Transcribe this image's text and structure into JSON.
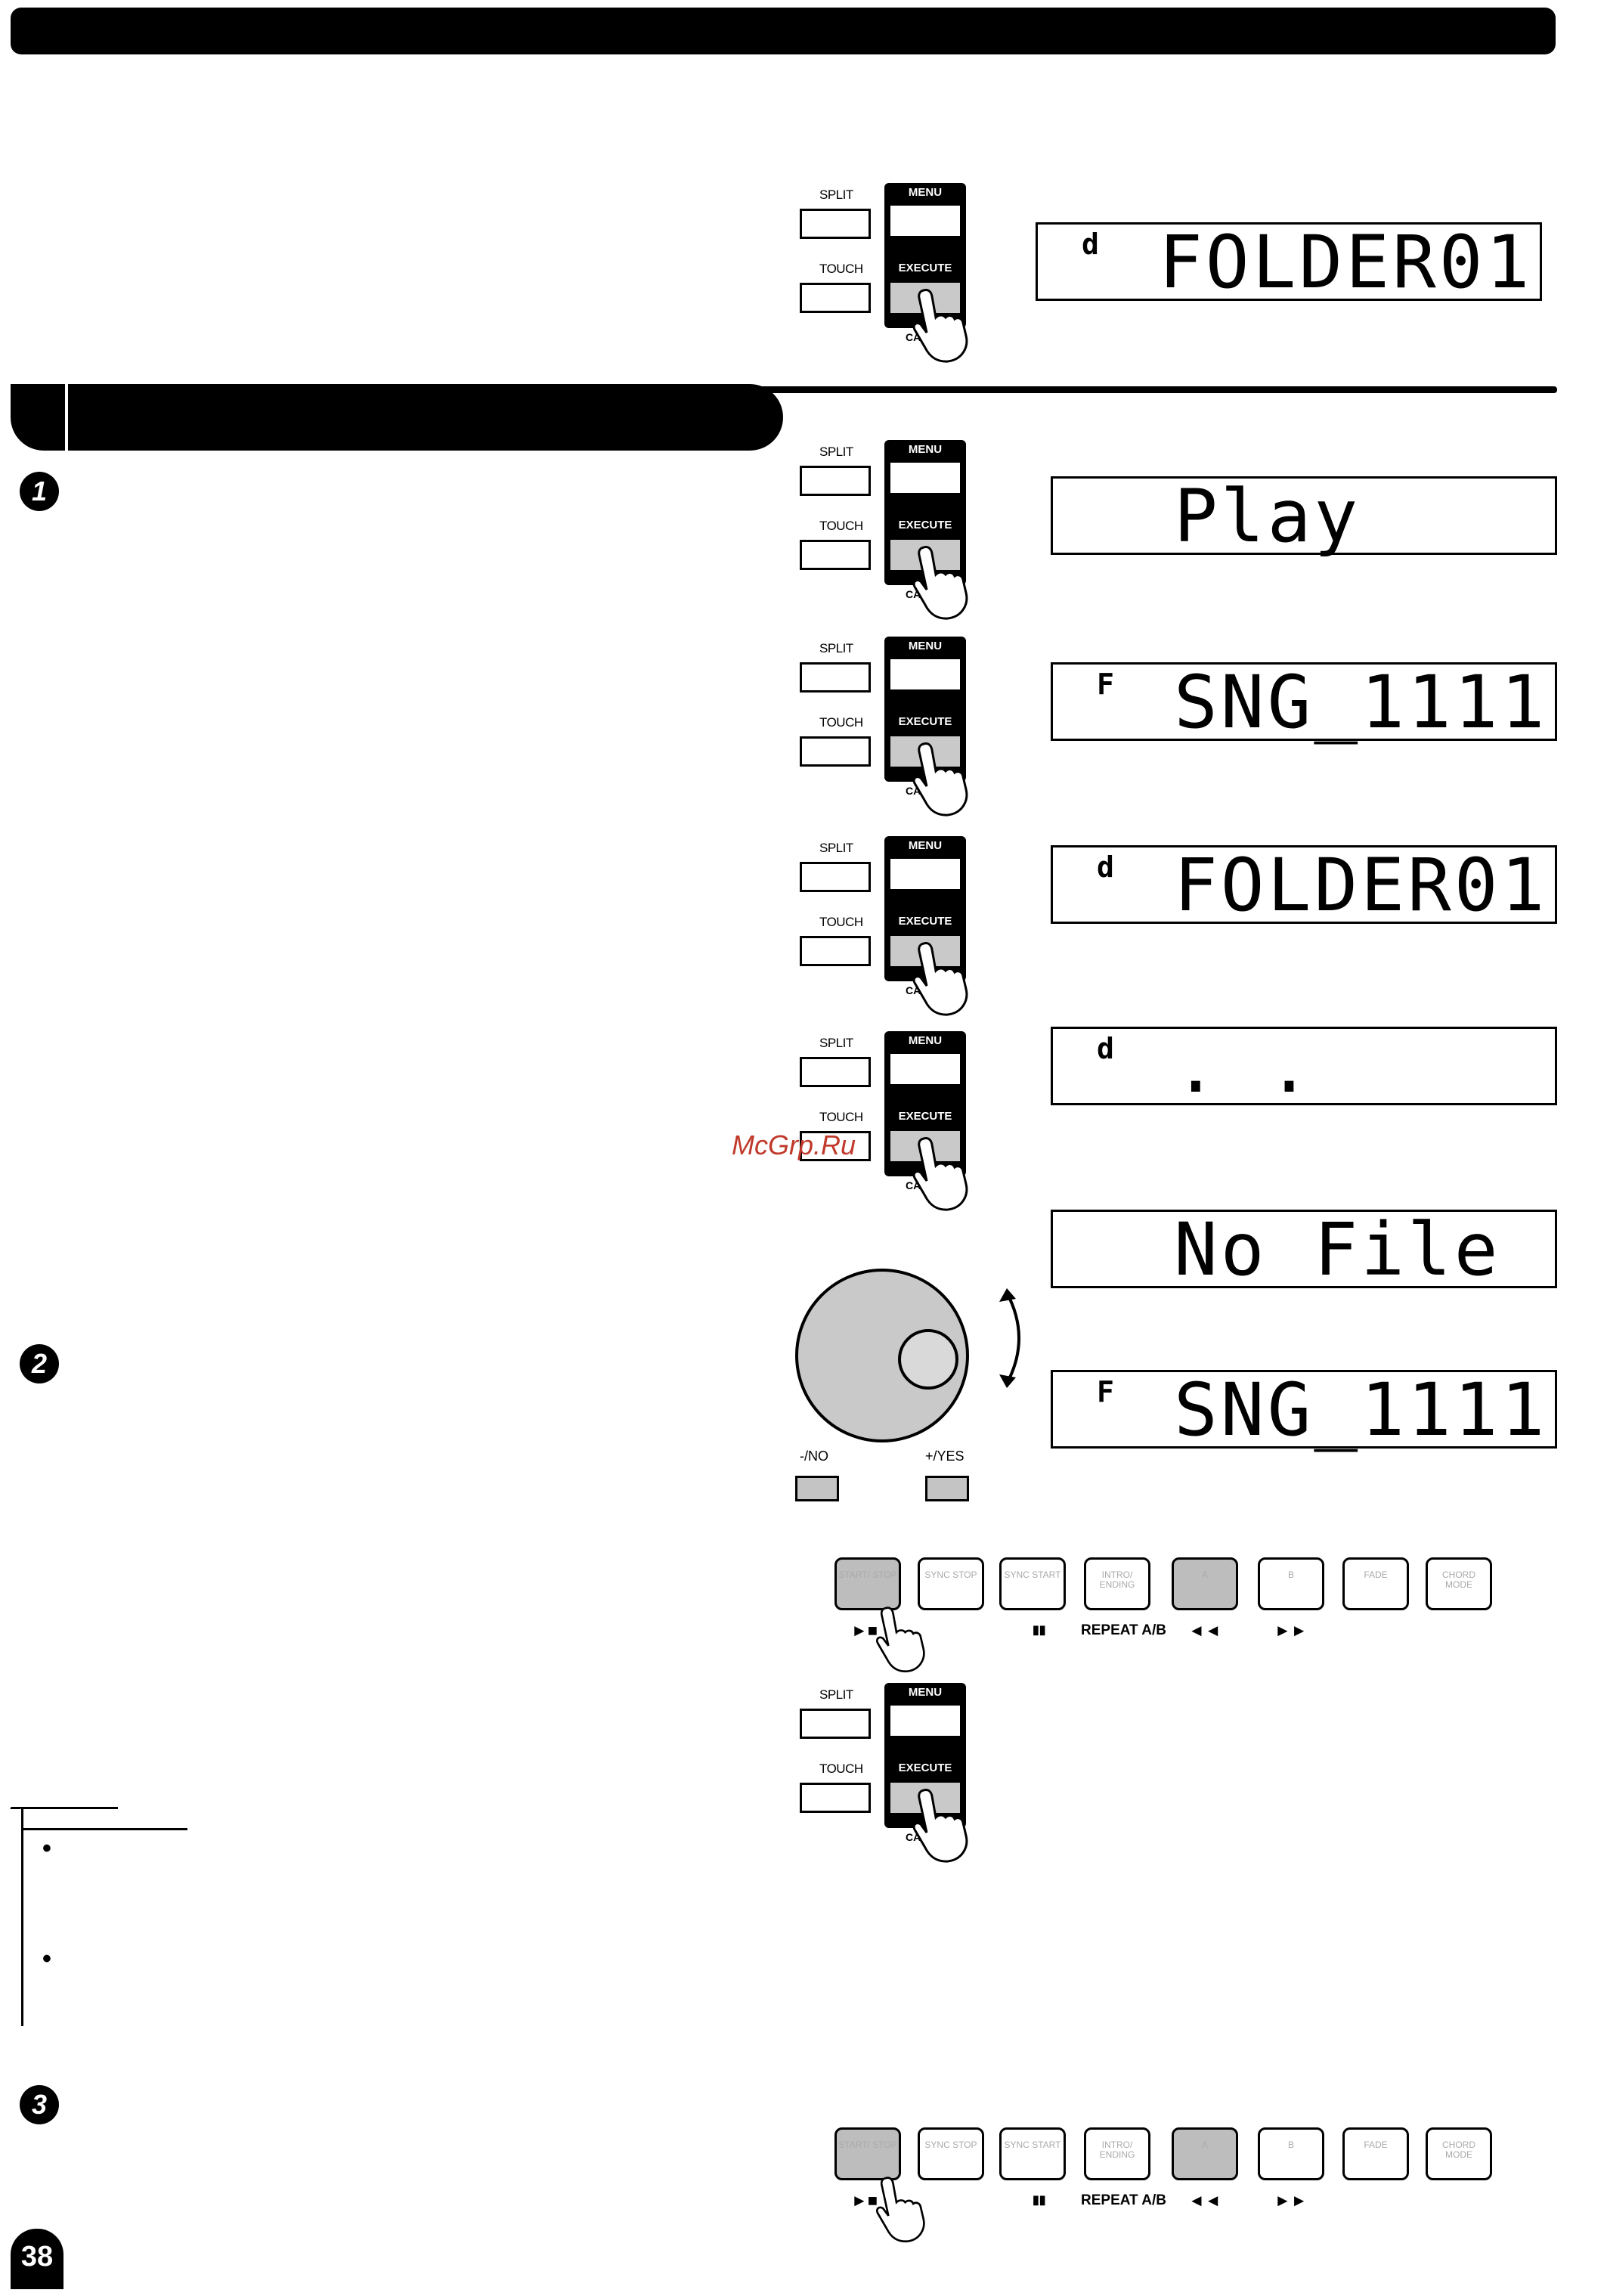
{
  "panel": {
    "split": "SPLIT",
    "touch": "TOUCH",
    "menu": "MENU",
    "execute": "EXECUTE",
    "card": "CARD"
  },
  "lcd": [
    {
      "indicator": "d",
      "text": "FOLDER01"
    },
    {
      "indicator": "",
      "text": "Play"
    },
    {
      "indicator": "F",
      "text": "SNG_1111"
    },
    {
      "indicator": "d",
      "text": "FOLDER01"
    },
    {
      "indicator": "d",
      "text": ". ."
    },
    {
      "indicator": "",
      "text": "No File"
    },
    {
      "indicator": "F",
      "text": "SNG_1111"
    }
  ],
  "steps": [
    "1",
    "2",
    "3"
  ],
  "dial": {
    "no_label": "-/NO",
    "yes_label": "+/YES"
  },
  "transport": {
    "buttons": [
      "START/ STOP",
      "SYNC STOP",
      "SYNC START",
      "INTRO/ ENDING",
      "A",
      "B",
      "FADE",
      "CHORD MODE"
    ],
    "play_symbol": "►■",
    "pause_symbol": "▮▮",
    "repeat_label": "REPEAT A/B",
    "rewind_symbol": "◄◄",
    "forward_symbol": "►►"
  },
  "notes": {
    "bullet1": "•",
    "bullet2": "•"
  },
  "page_number": "38",
  "watermark": "McGrp.Ru"
}
